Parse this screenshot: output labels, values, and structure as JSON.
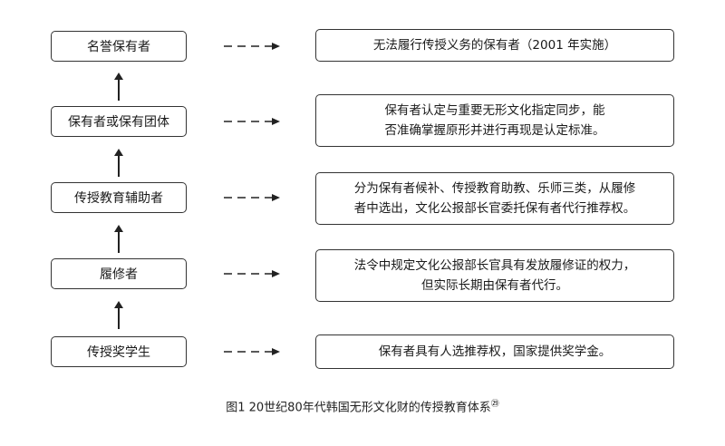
{
  "diagram": {
    "levels": [
      {
        "label": "名誉保有者",
        "desc": [
          "无法履行传授义务的保有者（2001 年实施）"
        ]
      },
      {
        "label": "保有者或保有团体",
        "desc": [
          "保有者认定与重要无形文化指定同步，能",
          "否准确掌握原形并进行再现是认定标准。"
        ]
      },
      {
        "label": "传授教育辅助者",
        "desc": [
          "分为保有者候补、传授教育助教、乐师三类，从履修",
          "者中选出，文化公报部长官委托保有者代行推荐权。"
        ]
      },
      {
        "label": "履修者",
        "desc": [
          "法令中规定文化公报部长官具有发放履修证的权力，",
          "但实际长期由保有者代行。"
        ]
      },
      {
        "label": "传授奖学生",
        "desc": [
          "保有者具有人选推荐权，国家提供奖学金。"
        ]
      }
    ],
    "caption": "图1  20世纪80年代韩国无形文化财的传授教育体系",
    "caption_note": "㉙"
  }
}
